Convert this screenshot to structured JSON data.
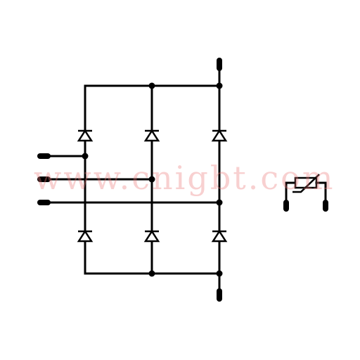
{
  "diagram": {
    "type": "three-phase-diode-bridge-with-thermistor",
    "components": {
      "diodes": [
        "upper-phase-1",
        "upper-phase-2",
        "upper-phase-3",
        "lower-phase-1",
        "lower-phase-2",
        "lower-phase-3"
      ],
      "thermistor": "ntc-thermistor"
    },
    "ac_inputs": 3,
    "dc_outputs": [
      "positive",
      "negative"
    ]
  },
  "watermark": {
    "text": "www.cnigbt.com"
  },
  "colors": {
    "line": "#000000",
    "background": "#ffffff",
    "watermark": "#eb7878"
  }
}
